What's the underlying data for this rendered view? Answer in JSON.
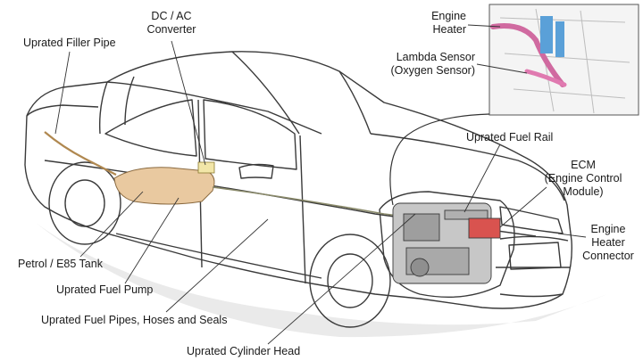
{
  "labels": {
    "filler_pipe": "Uprated Filler Pipe",
    "dcac_line1": "DC / AC",
    "dcac_line2": "Converter",
    "engine_heater_line1": "Engine",
    "engine_heater_line2": "Heater",
    "lambda_line1": "Lambda Sensor",
    "lambda_line2": "(Oxygen Sensor)",
    "fuel_rail": "Uprated Fuel Rail",
    "ecm_line1": "ECM",
    "ecm_line2": "(Engine Control",
    "ecm_line3": "Module)",
    "heater_conn_line1": "Engine",
    "heater_conn_line2": "Heater",
    "heater_conn_line3": "Connector",
    "tank": "Petrol / E85 Tank",
    "fuel_pump": "Uprated Fuel Pump",
    "pipes": "Uprated Fuel Pipes, Hoses and Seals",
    "cylinder_head": "Uprated Cylinder Head"
  },
  "colors": {
    "outline": "#3a3a3a",
    "leader": "#333333",
    "tank_fill": "#e9c9a0",
    "engine_heater": "#d06aa0",
    "lambda_sensor": "#e07ab0",
    "sensor_blue": "#5aa0d8",
    "engine_red": "#d9534f"
  }
}
